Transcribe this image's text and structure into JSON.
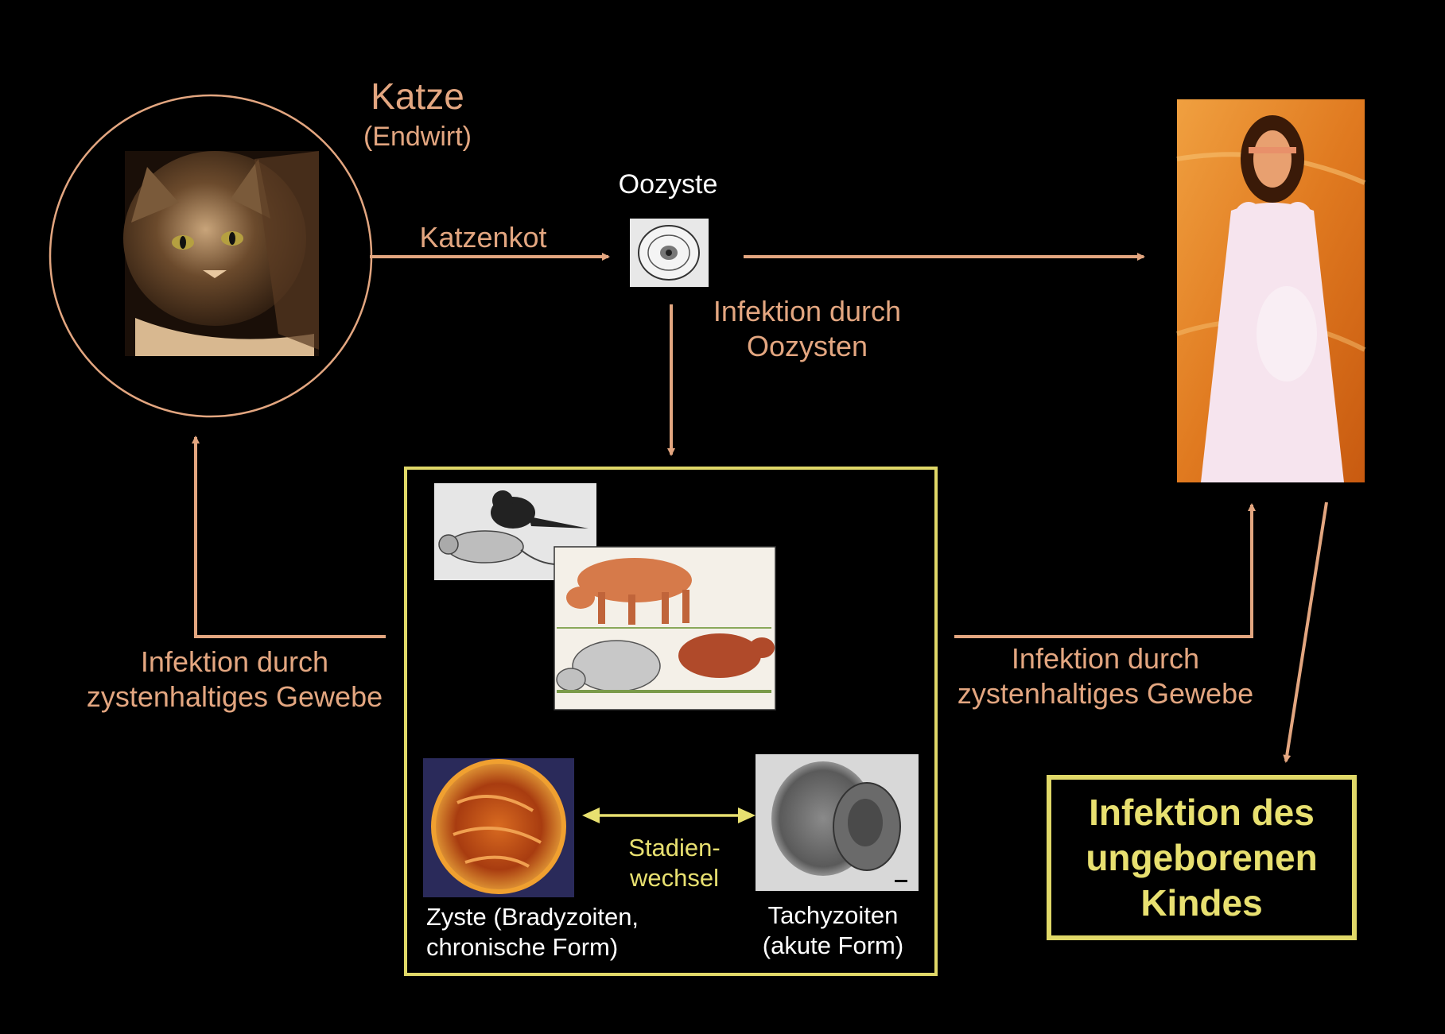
{
  "colors": {
    "background": "#000000",
    "arrow": "#e3a680",
    "label": "#e3a680",
    "host_box_border": "#e0d868",
    "stage_change": "#e8e070",
    "result_text": "#e8e070"
  },
  "cat": {
    "title": "Katze",
    "subtitle": "(Endwirt)",
    "image": "cat-photo"
  },
  "oocyst": {
    "label": "Oozyste",
    "image": "oocyst-micrograph"
  },
  "arrows": {
    "cat_to_oocyst_label": "Katzenkot",
    "oocyst_infection_line1": "Infektion durch",
    "oocyst_infection_line2": "Oozysten",
    "left_infection_line1": "Infektion durch",
    "left_infection_line2": "zystenhaltiges Gewebe",
    "right_infection_line1": "Infektion durch",
    "right_infection_line2": "zystenhaltiges Gewebe"
  },
  "intermediate_hosts": {
    "images": [
      "bird-and-mouse-drawing",
      "cow-and-pigs-drawing"
    ],
    "cyst_label_line1": "Zyste (Bradyzoiten,",
    "cyst_label_line2": "chronische Form)",
    "tachy_label_line1": "Tachyzoiten",
    "tachy_label_line2": "(akute Form)",
    "stage_change_line1": "Stadien-",
    "stage_change_line2": "wechsel"
  },
  "pregnant_woman": {
    "image": "pregnant-woman-photo"
  },
  "result": {
    "line1": "Infektion des",
    "line2": "ungeborenen",
    "line3": "Kindes"
  }
}
